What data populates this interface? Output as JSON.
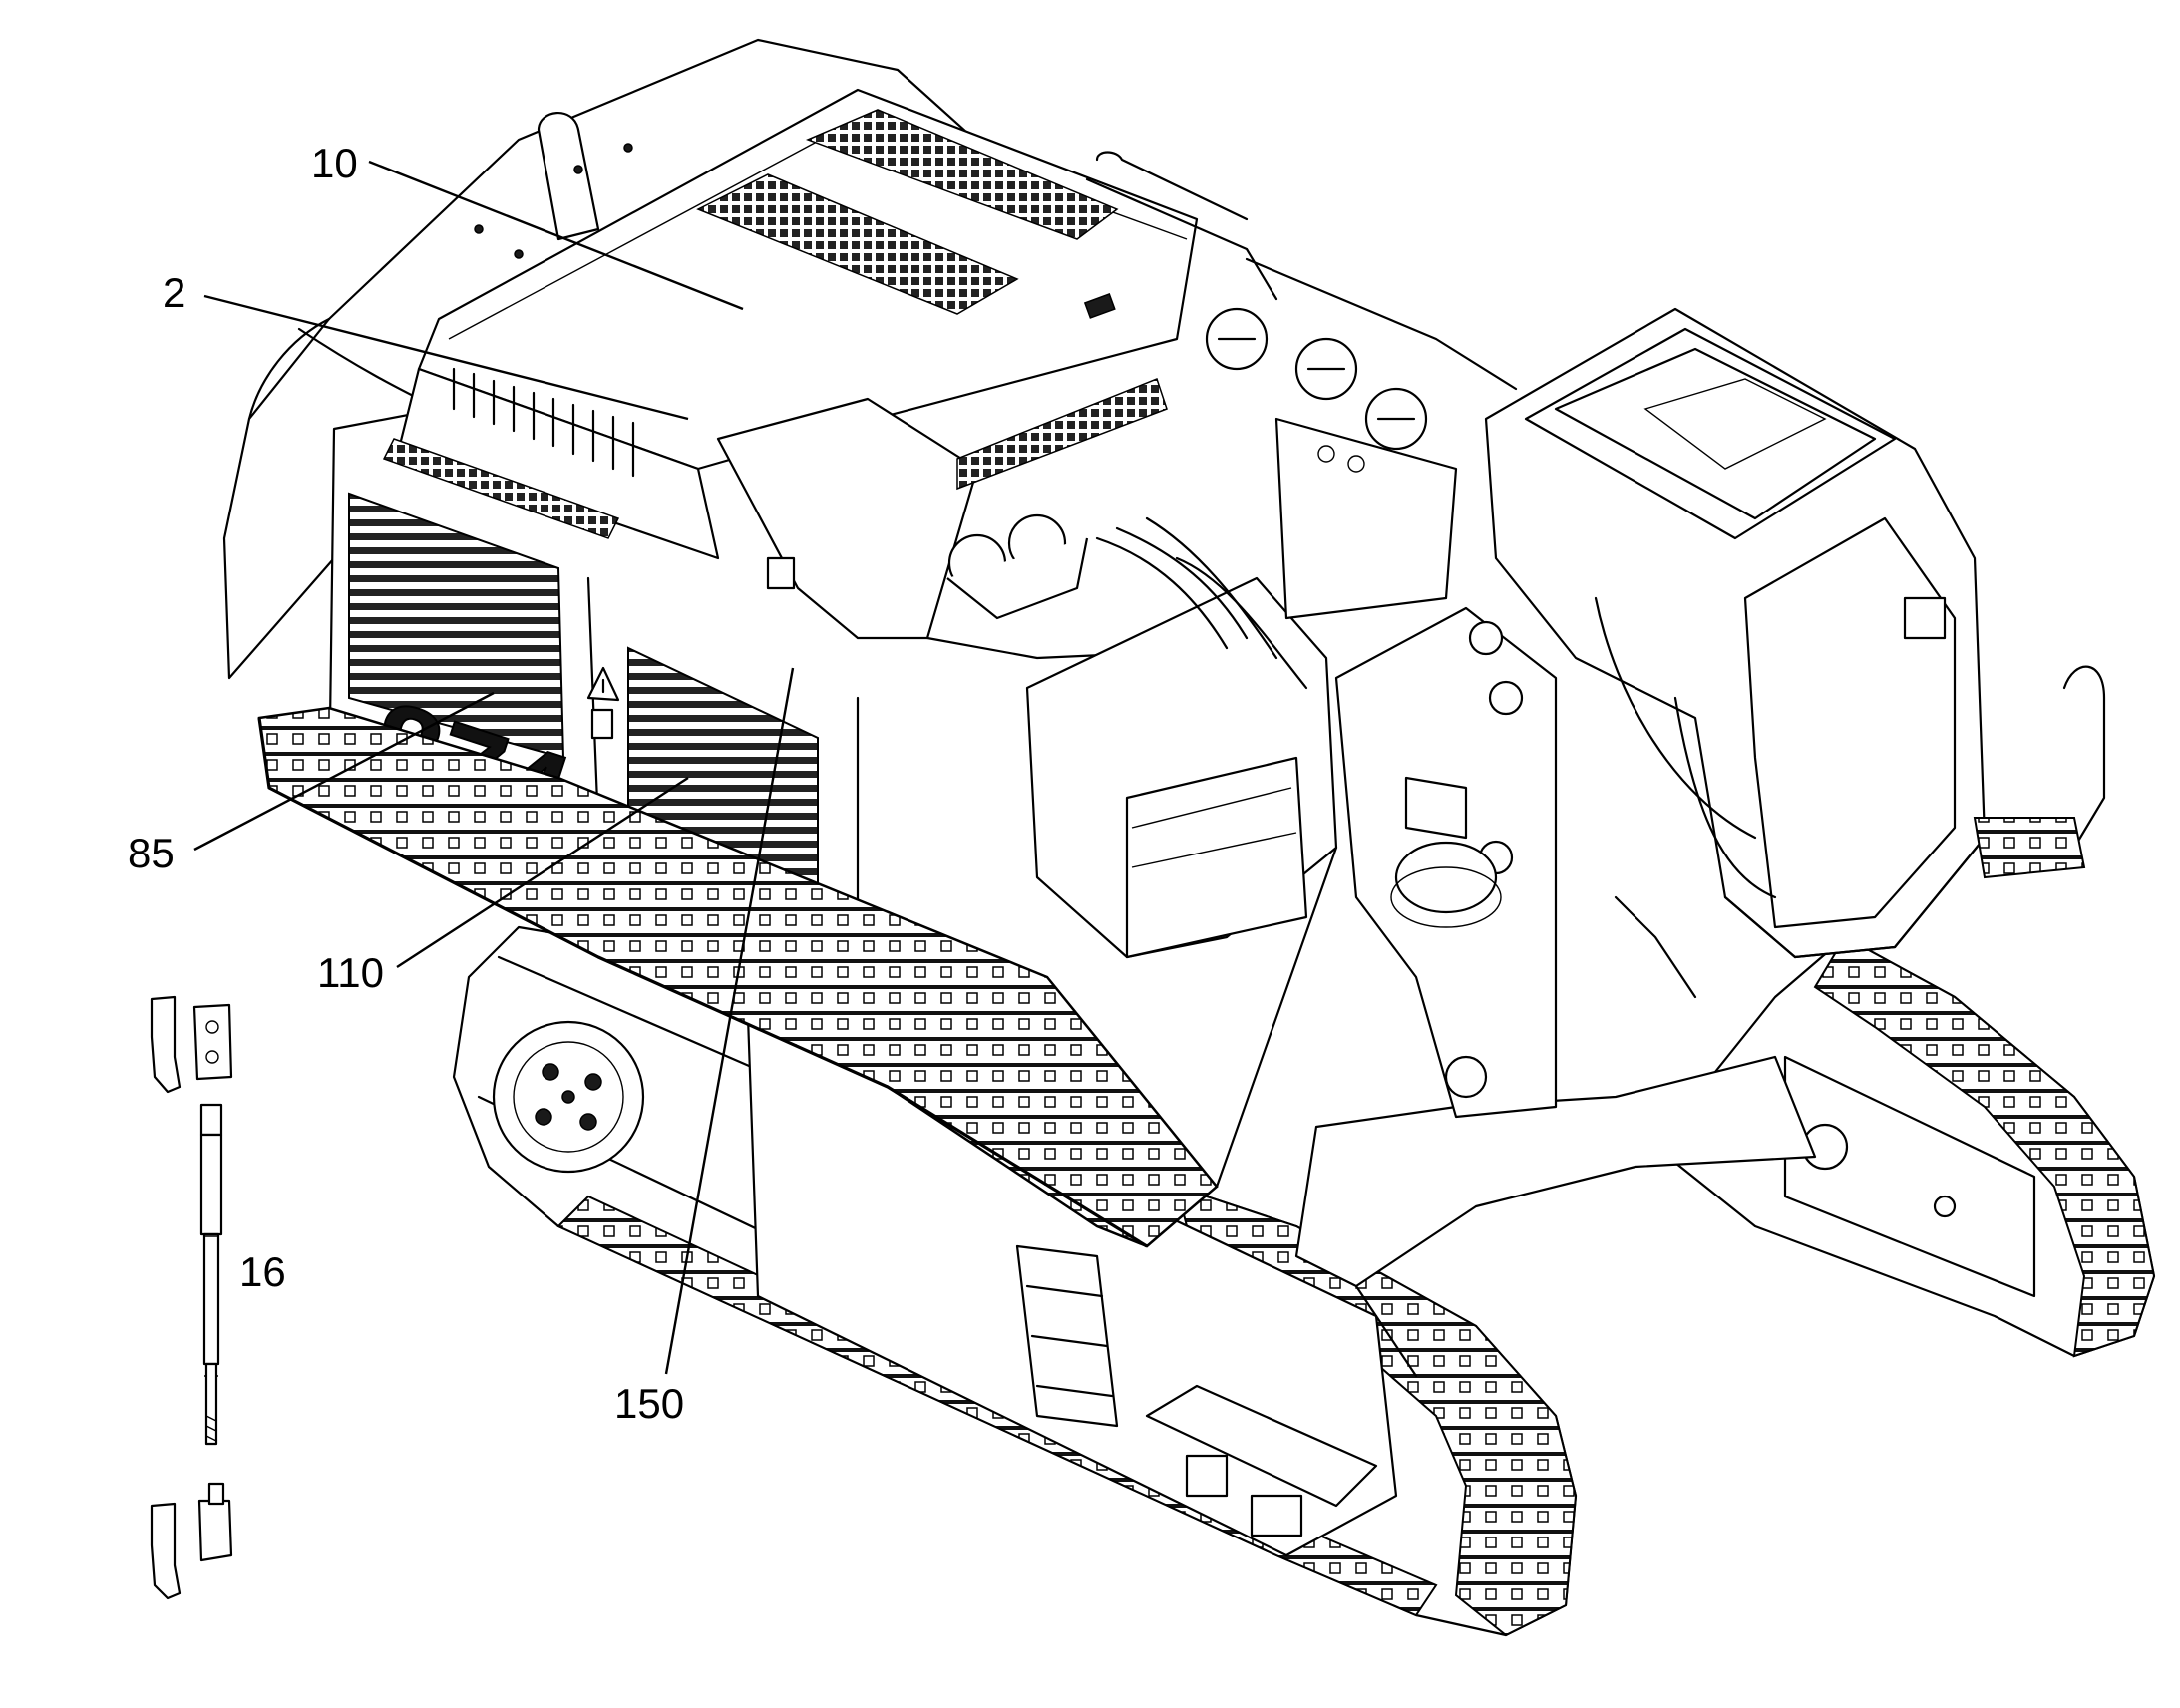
{
  "diagram": {
    "model_lettering": "874",
    "callouts": [
      {
        "id": "10",
        "label": "10"
      },
      {
        "id": "2",
        "label": "2"
      },
      {
        "id": "85",
        "label": "85"
      },
      {
        "id": "110",
        "label": "110"
      },
      {
        "id": "16",
        "label": "16"
      },
      {
        "id": "150",
        "label": "150"
      }
    ]
  }
}
